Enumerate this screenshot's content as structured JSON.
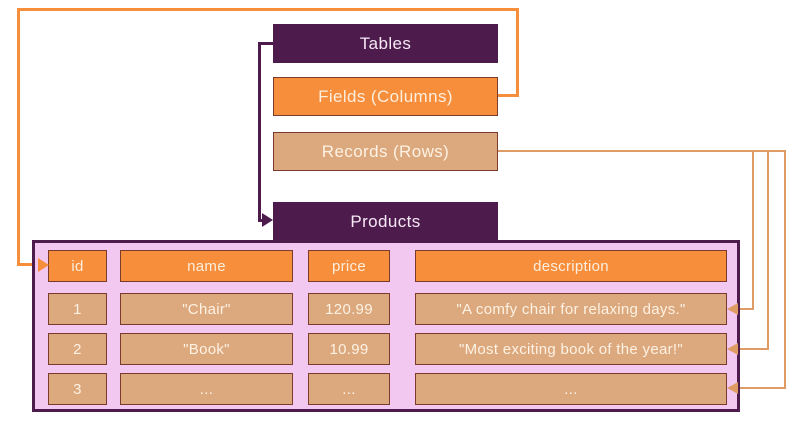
{
  "colors": {
    "page_bg": "#ffffff",
    "purple": "#4d1c4d",
    "orange": "#f78e3b",
    "tan": "#dca87e",
    "pink_table_bg": "#f2c8f0",
    "cell_border_dark": "#7a3a2c",
    "connector_orange": "#f78e3b",
    "connector_tan": "#de9b63",
    "text_on_purple": "#f7e8f6",
    "text_on_orange": "#fdeedd",
    "text_on_tan": "#fdf2e3"
  },
  "concepts": {
    "tables_label": "Tables",
    "fields_label": "Fields (Columns)",
    "records_label": "Records (Rows)"
  },
  "products_table": {
    "title": "Products",
    "columns": [
      "id",
      "name",
      "price",
      "description"
    ],
    "rows": [
      [
        "1",
        "\"Chair\"",
        "120.99",
        "\"A comfy chair for relaxing days.\""
      ],
      [
        "2",
        "\"Book\"",
        "10.99",
        "\"Most exciting book of the year!\""
      ],
      [
        "3",
        "...",
        "...",
        "..."
      ]
    ]
  }
}
